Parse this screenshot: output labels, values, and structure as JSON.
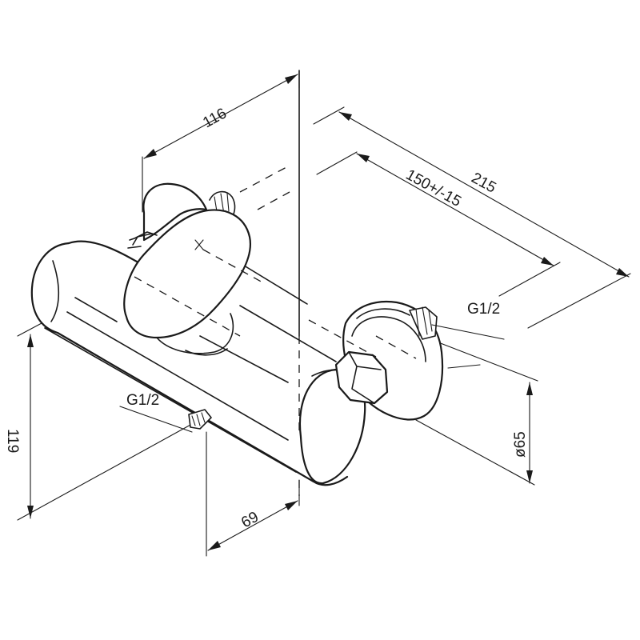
{
  "drawing": {
    "dimensions": {
      "width_top": "116",
      "overall_length": "215",
      "center_distance": "150+/-15",
      "height": "119",
      "depth": "69",
      "flange_diameter": "ø65"
    },
    "threads": {
      "outlet_bottom": "G1/2",
      "inlet_side": "G1/2"
    }
  }
}
